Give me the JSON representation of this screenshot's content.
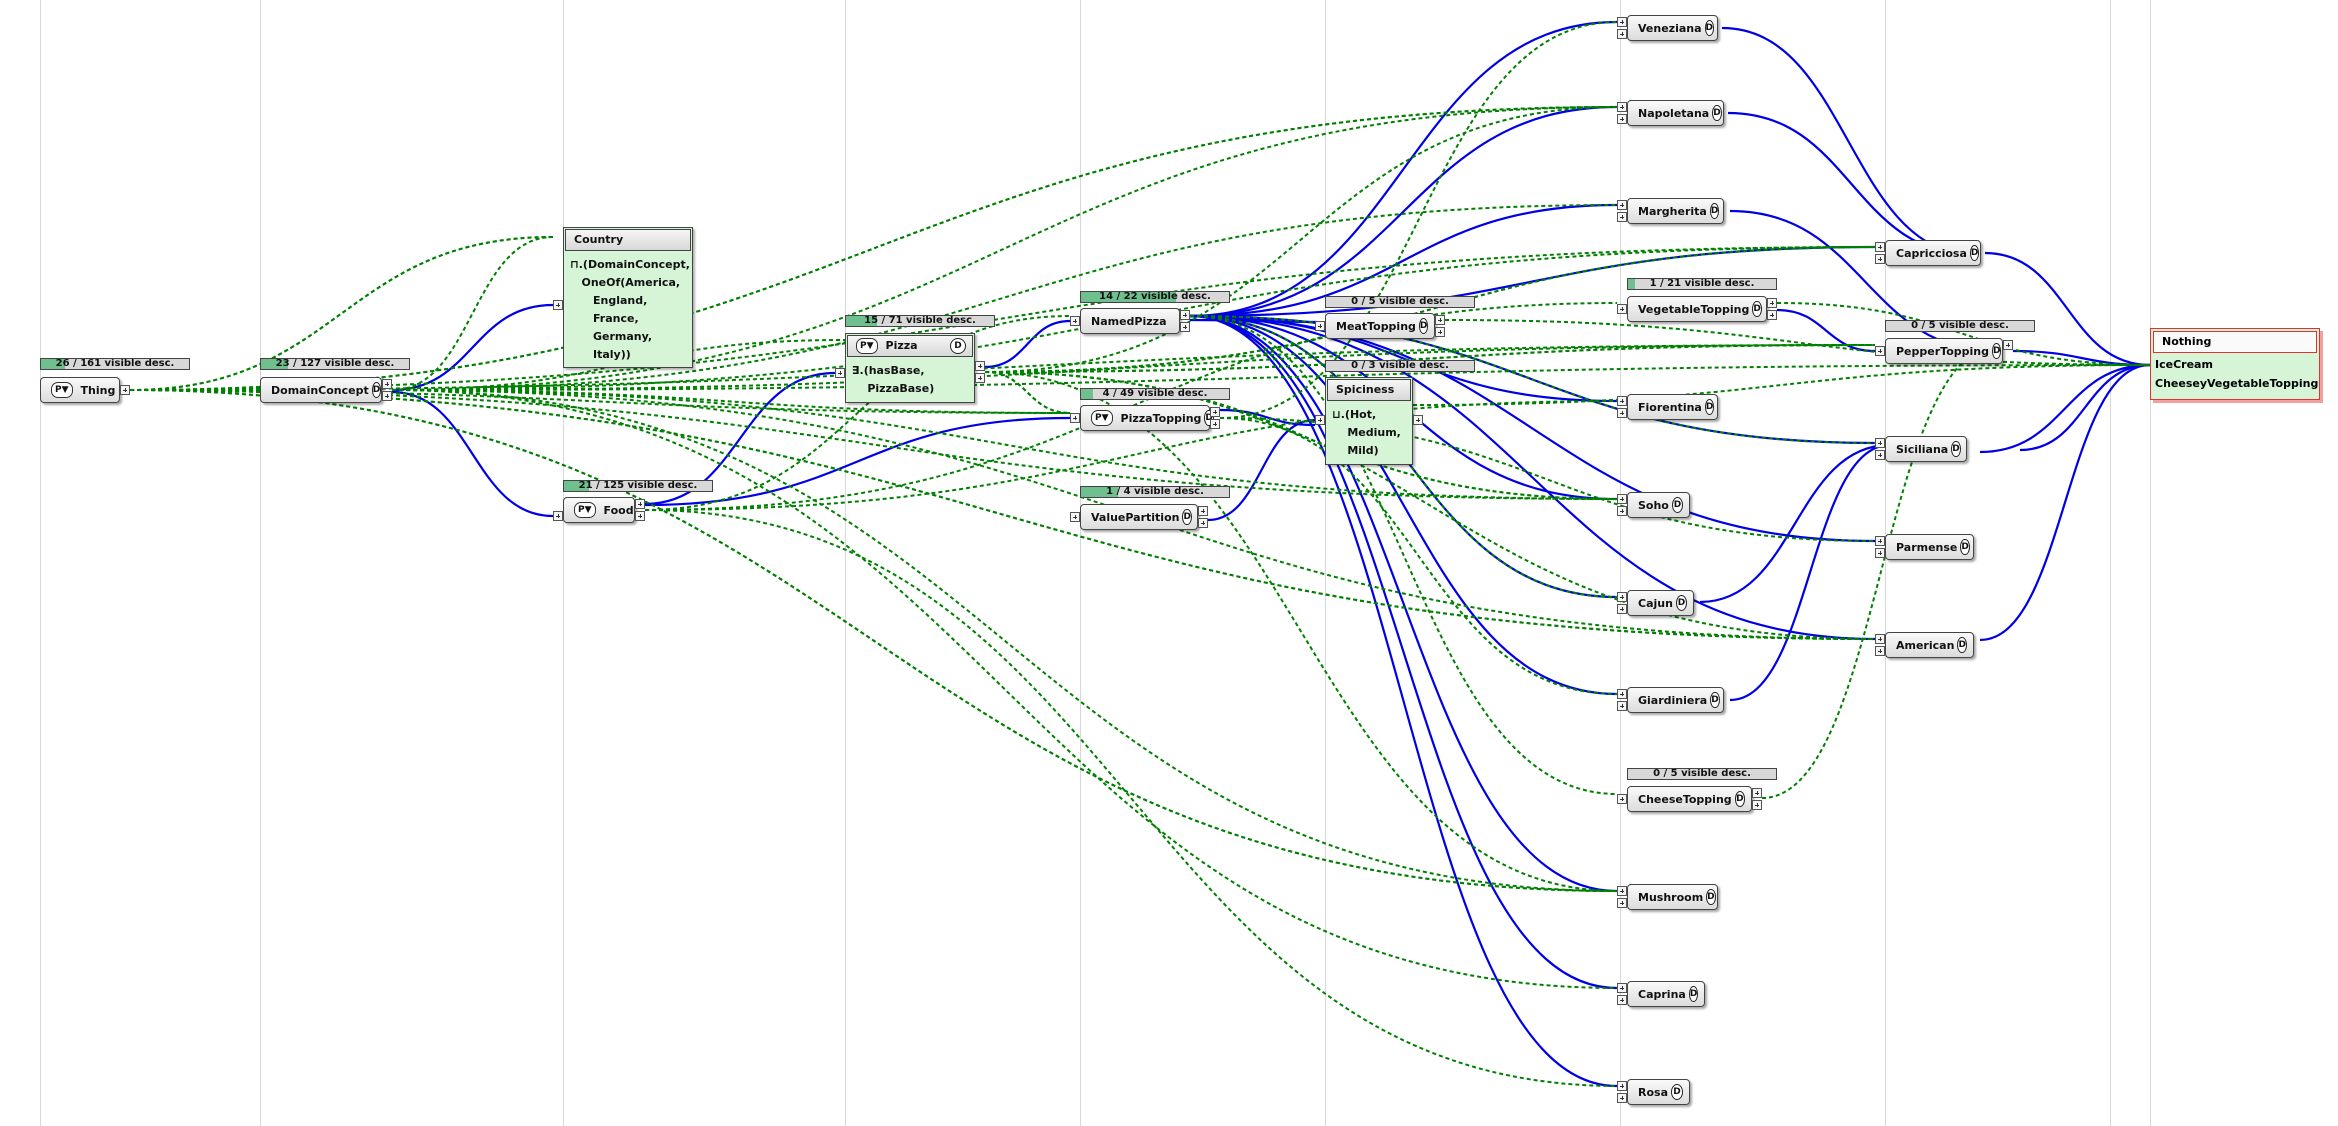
{
  "nodes": {
    "thing": "Thing",
    "domainconcept": "DomainConcept",
    "food": "Food",
    "namedpizza": "NamedPizza",
    "pizzatopping": "PizzaTopping",
    "valuepartition": "ValuePartition",
    "meattopping": "MeatTopping",
    "vegetabletopping": "VegetableTopping",
    "peppertopping": "PepperTopping",
    "cheesetopping": "CheeseTopping",
    "veneziana": "Veneziana",
    "napoletana": "Napoletana",
    "margherita": "Margherita",
    "fiorentina": "Fiorentina",
    "soho": "Soho",
    "cajun": "Cajun",
    "giardiniera": "Giardiniera",
    "mushroom": "Mushroom",
    "caprina": "Caprina",
    "rosa": "Rosa",
    "capricciosa": "Capricciosa",
    "siciliana": "Siciliana",
    "parmense": "Parmense",
    "american": "American"
  },
  "badges": {
    "d": "D",
    "pt": "P▼"
  },
  "visible_desc": {
    "thing": {
      "text": "26 / 161 visible desc.",
      "fraction": 0.16
    },
    "domainconcept": {
      "text": "23 / 127 visible desc.",
      "fraction": 0.18
    },
    "food": {
      "text": "21 / 125 visible desc.",
      "fraction": 0.17
    },
    "pizza": {
      "text": "15 / 71 visible desc.",
      "fraction": 0.21
    },
    "namedpizza": {
      "text": "14 / 22 visible desc.",
      "fraction": 0.64
    },
    "pizzatopping": {
      "text": "4 / 49 visible desc.",
      "fraction": 0.08
    },
    "valuepartition": {
      "text": "1 / 4 visible desc.",
      "fraction": 0.25
    },
    "meattopping": {
      "text": "0 / 5 visible desc.",
      "fraction": 0
    },
    "spiciness": {
      "text": "0 / 3 visible desc.",
      "fraction": 0
    },
    "vegetabletopping": {
      "text": "1 / 21 visible desc.",
      "fraction": 0.05
    },
    "peppertopping": {
      "text": "0 / 5 visible desc.",
      "fraction": 0
    },
    "cheesetopping": {
      "text": "0 / 5 visible desc.",
      "fraction": 0
    }
  },
  "expressions": {
    "country": {
      "title": "Country",
      "body": "⊓.(DomainConcept,\n   OneOf(America,\n      England,\n      France,\n      Germany,\n      Italy))"
    },
    "pizza": {
      "title": "Pizza",
      "body": "∃.(hasBase,\n    PizzaBase)"
    },
    "spiciness": {
      "title": "Spiciness",
      "body": "⊔.(Hot,\n    Medium,\n    Mild)"
    }
  },
  "nothing": {
    "title": "Nothing",
    "members": [
      "IceCream",
      "CheeseyVegetableTopping"
    ]
  },
  "colors": {
    "subclass_edge": "#0000e6",
    "dotted_edge": "#008000",
    "expression_fill": "#d6f5d6",
    "nothing_border": "#dd3333",
    "visible_fill": "#6fbf8f"
  }
}
